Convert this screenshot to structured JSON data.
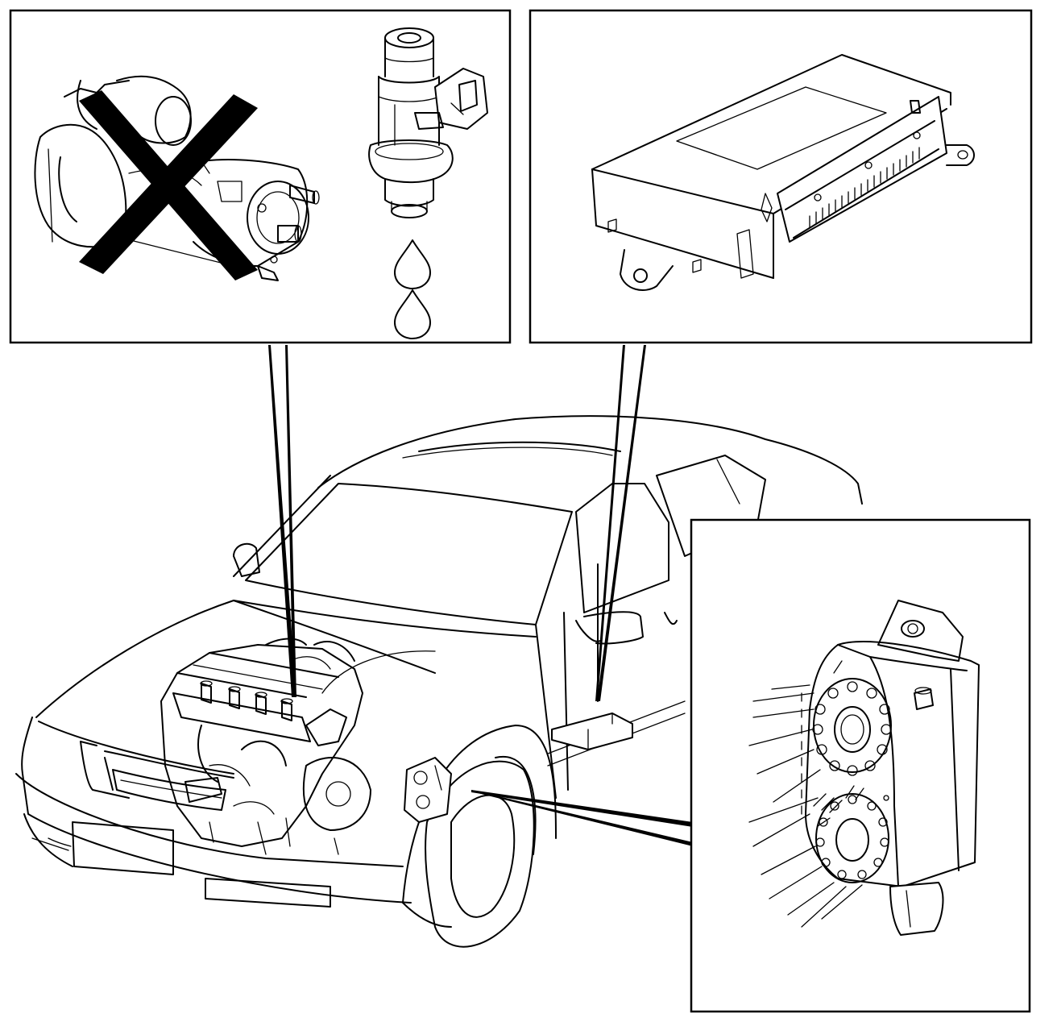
{
  "figure": {
    "panels": [
      {
        "id": "idle-air-valve",
        "status": "crossed-out",
        "icon": "cross-mark-icon"
      },
      {
        "id": "fuel-injector",
        "icon": "fuel-drop-icon"
      },
      {
        "id": "control-module"
      },
      {
        "id": "ignition-cassette"
      }
    ],
    "colors": {
      "ink": "#000000",
      "paper": "#ffffff"
    }
  }
}
